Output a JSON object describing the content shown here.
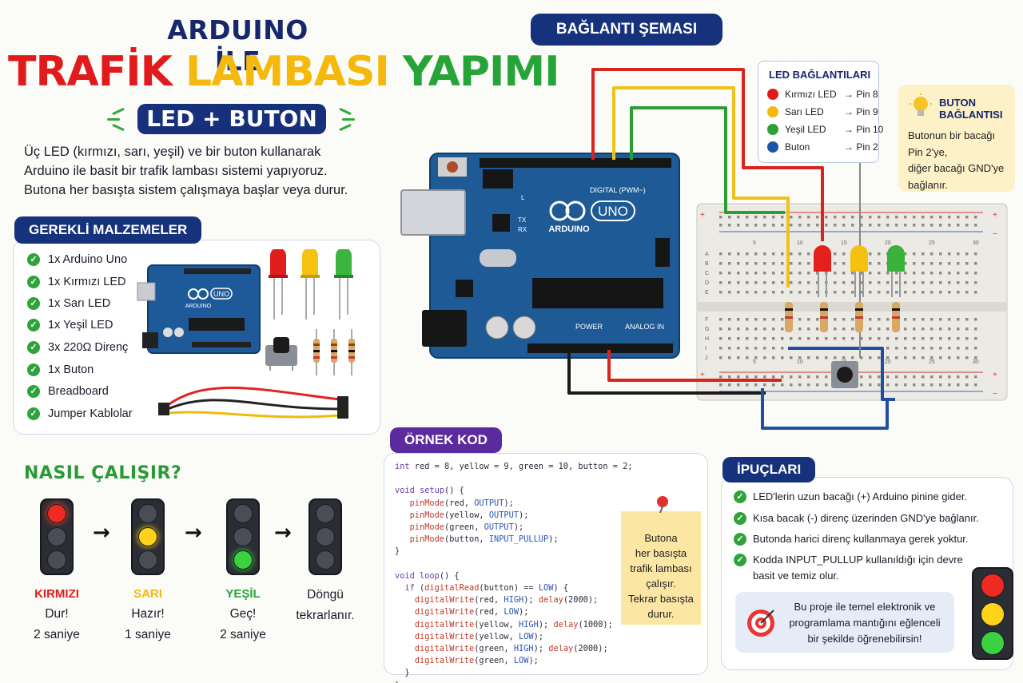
{
  "title": {
    "line1": "ARDUINO İLE",
    "line2_red": "TRAFİK",
    "line2_yellow": "LAMBASI",
    "line2_green": "YAPIMI",
    "badge": "LED + BUTON"
  },
  "intro": [
    "Üç LED (kırmızı, sarı, yeşil) ve bir buton kullanarak",
    "Arduino ile basit bir trafik lambası sistemi yapıyoruz.",
    "Butona her basışta sistem çalışmaya başlar veya durur."
  ],
  "materials": {
    "header": "GEREKLİ MALZEMELER",
    "items": [
      "1x Arduino Uno",
      "1x Kırmızı LED",
      "1x Sarı LED",
      "1x Yeşil LED",
      "3x 220Ω Direnç",
      "1x Buton",
      "Breadboard",
      "Jumper Kablolar"
    ],
    "board_logo": "UNO",
    "board_brand": "ARDUINO"
  },
  "how": {
    "title": "NASIL ÇALIŞIR?",
    "steps": [
      {
        "label": "KIRMIZI",
        "color": "#e11b1b",
        "line1": "Dur!",
        "line2": "2 saniye",
        "lit": "red"
      },
      {
        "label": "SARI",
        "color": "#f5b80c",
        "line1": "Hazır!",
        "line2": "1 saniye",
        "lit": "yellow"
      },
      {
        "label": "YEŞİL",
        "color": "#27a437",
        "line1": "Geç!",
        "line2": "2 saniye",
        "lit": "green"
      },
      {
        "label": "",
        "color": "#111111",
        "line1": "Döngü",
        "line2": "tekrarlanır.",
        "lit": "none"
      }
    ],
    "arrow": "→"
  },
  "code": {
    "header": "ÖRNEK KOD",
    "note": [
      "Butona",
      "her basışta",
      "trafik lambası",
      "çalışır.",
      "Tekrar basışta",
      "durur."
    ]
  },
  "tips": {
    "header": "İPUÇLARI",
    "items": [
      [
        "LED'lerin uzun bacağı (+) Arduino pinine gider."
      ],
      [
        "Kısa bacak (-) direnç üzerinden GND'ye bağlanır."
      ],
      [
        "Butonda harici direnç kullanmaya gerek yoktur."
      ],
      [
        "Kodda INPUT_PULLUP kullanıldığı için devre",
        "basit ve temiz olur."
      ]
    ],
    "box": [
      "Bu proje ile temel elektronik ve",
      "programlama mantığını eğlenceli",
      "bir şekilde öğrenebilirsin!"
    ]
  },
  "connection": {
    "header": "BAĞLANTI ŞEMASI",
    "led_title": "LED BAĞLANTILARI",
    "leds": [
      {
        "name": "Kırmızı LED",
        "pin": "→ Pin 8",
        "color": "#e01a1a"
      },
      {
        "name": "Sarı LED",
        "pin": "→ Pin 9",
        "color": "#f4b90d"
      },
      {
        "name": "Yeşil LED",
        "pin": "→ Pin 10",
        "color": "#2aa036"
      },
      {
        "name": "Buton",
        "pin": "→ Pin 2",
        "color": "#1e55a8"
      }
    ],
    "button_title": [
      "BUTON",
      "BAĞLANTISI"
    ],
    "button_text": [
      "Butonun bir bacağı",
      "Pin 2'ye,",
      "diğer bacağı GND'ye",
      "bağlanır."
    ],
    "board": {
      "digital": "DIGITAL (PWM~)",
      "power": "POWER",
      "analog": "ANALOG IN",
      "logo": "UNO",
      "brand": "ARDUINO",
      "tx": "TX",
      "rx": "RX",
      "l": "L"
    },
    "breadboard_cols": [
      "5",
      "10",
      "15",
      "20",
      "25",
      "30"
    ],
    "breadboard_rows": [
      "A",
      "B",
      "C",
      "D",
      "E",
      "F",
      "G",
      "H",
      "I",
      "J"
    ]
  }
}
